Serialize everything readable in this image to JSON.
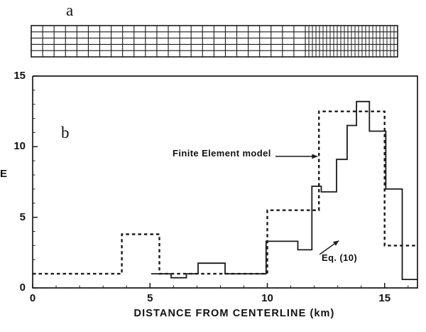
{
  "figure": {
    "panel_a": {
      "label": "a",
      "description": "finite-element mesh strip",
      "mesh": {
        "x_left": 44,
        "x_right": 560,
        "y_top": 36,
        "y_bottom": 80,
        "n_rows": 5,
        "coarse_columns": 24,
        "fine_columns": 26,
        "refinement_start_x": 430
      }
    },
    "panel_b": {
      "label": "b",
      "annotations": [
        {
          "name": "finite-element-model",
          "text": "Finite Element model",
          "target_x_km": 12.0,
          "target_y": 7.5
        },
        {
          "name": "eq-10",
          "text": "Eq. (10)",
          "target_x_km": 13.1,
          "target_y": 3.0
        }
      ]
    }
  },
  "axes": {
    "y_title": "E",
    "x_title": "DISTANCE FROM CENTERLINE (km)",
    "y_ticks": [
      "0",
      "5",
      "10",
      "15"
    ],
    "x_ticks": [
      "0",
      "5",
      "10",
      "15"
    ]
  },
  "chart_data": {
    "type": "line",
    "title": "",
    "subtitle": "",
    "xlabel": "DISTANCE FROM CENTERLINE (km)",
    "ylabel": "E",
    "xlim": [
      0,
      16.4
    ],
    "ylim": [
      0,
      15
    ],
    "xticks": [
      0,
      5,
      10,
      15
    ],
    "yticks": [
      0,
      5,
      10,
      15
    ],
    "grid": false,
    "legend_position": "inline-annotation",
    "series": [
      {
        "name": "Finite Element model",
        "style": "dashed",
        "step_x": [
          0.0,
          3.8,
          5.4,
          10.0,
          11.9,
          12.2,
          14.6,
          15.0,
          16.4
        ],
        "step_y": [
          1.0,
          3.8,
          1.0,
          5.5,
          5.5,
          12.5,
          12.5,
          3.0,
          3.0
        ],
        "steps": [
          {
            "x_start": 0.0,
            "x_end": 3.8,
            "y": 1.0
          },
          {
            "x_start": 3.8,
            "x_end": 5.4,
            "y": 3.8
          },
          {
            "x_start": 5.4,
            "x_end": 10.0,
            "y": 1.0
          },
          {
            "x_start": 10.0,
            "x_end": 12.2,
            "y": 5.5
          },
          {
            "x_start": 12.2,
            "x_end": 15.0,
            "y": 12.5
          },
          {
            "x_start": 15.0,
            "x_end": 16.4,
            "y": 3.0
          }
        ]
      },
      {
        "name": "Eq. (10)",
        "style": "solid",
        "steps": [
          {
            "x_start": 5.05,
            "x_end": 5.9,
            "y": 1.0
          },
          {
            "x_start": 5.9,
            "x_end": 6.55,
            "y": 0.72
          },
          {
            "x_start": 6.55,
            "x_end": 7.05,
            "y": 1.0
          },
          {
            "x_start": 7.05,
            "x_end": 8.2,
            "y": 1.75
          },
          {
            "x_start": 8.2,
            "x_end": 9.95,
            "y": 1.0
          },
          {
            "x_start": 9.95,
            "x_end": 11.3,
            "y": 3.3
          },
          {
            "x_start": 11.3,
            "x_end": 11.9,
            "y": 2.7
          },
          {
            "x_start": 11.9,
            "x_end": 12.3,
            "y": 7.2
          },
          {
            "x_start": 12.3,
            "x_end": 12.95,
            "y": 6.8
          },
          {
            "x_start": 12.95,
            "x_end": 13.4,
            "y": 9.1
          },
          {
            "x_start": 13.4,
            "x_end": 13.8,
            "y": 11.5
          },
          {
            "x_start": 13.8,
            "x_end": 14.35,
            "y": 13.2
          },
          {
            "x_start": 14.35,
            "x_end": 15.05,
            "y": 11.1
          },
          {
            "x_start": 15.05,
            "x_end": 15.75,
            "y": 7.0
          },
          {
            "x_start": 15.75,
            "x_end": 16.4,
            "y": 0.6
          }
        ]
      }
    ]
  }
}
